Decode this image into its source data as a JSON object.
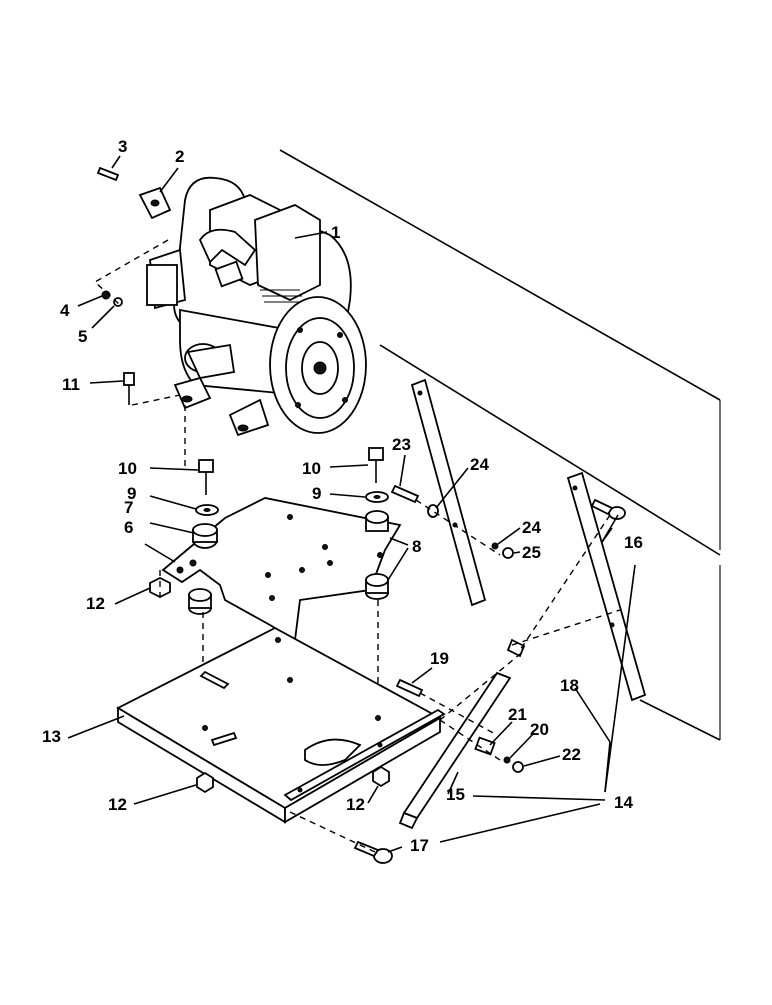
{
  "callouts": [
    {
      "id": "1",
      "label": "1"
    },
    {
      "id": "2",
      "label": "2"
    },
    {
      "id": "3",
      "label": "3"
    },
    {
      "id": "4",
      "label": "4"
    },
    {
      "id": "5",
      "label": "5"
    },
    {
      "id": "6",
      "label": "6"
    },
    {
      "id": "7",
      "label": "7"
    },
    {
      "id": "8",
      "label": "8"
    },
    {
      "id": "9a",
      "label": "9"
    },
    {
      "id": "9b",
      "label": "9"
    },
    {
      "id": "10a",
      "label": "10"
    },
    {
      "id": "10b",
      "label": "10"
    },
    {
      "id": "11",
      "label": "11"
    },
    {
      "id": "12a",
      "label": "12"
    },
    {
      "id": "12b",
      "label": "12"
    },
    {
      "id": "12c",
      "label": "12"
    },
    {
      "id": "13",
      "label": "13"
    },
    {
      "id": "14",
      "label": "14"
    },
    {
      "id": "15",
      "label": "15"
    },
    {
      "id": "16",
      "label": "16"
    },
    {
      "id": "17",
      "label": "17"
    },
    {
      "id": "18",
      "label": "18"
    },
    {
      "id": "19",
      "label": "19"
    },
    {
      "id": "20",
      "label": "20"
    },
    {
      "id": "21",
      "label": "21"
    },
    {
      "id": "22",
      "label": "22"
    },
    {
      "id": "23",
      "label": "23"
    },
    {
      "id": "24a",
      "label": "24"
    },
    {
      "id": "24b",
      "label": "24"
    },
    {
      "id": "25",
      "label": "25"
    }
  ]
}
